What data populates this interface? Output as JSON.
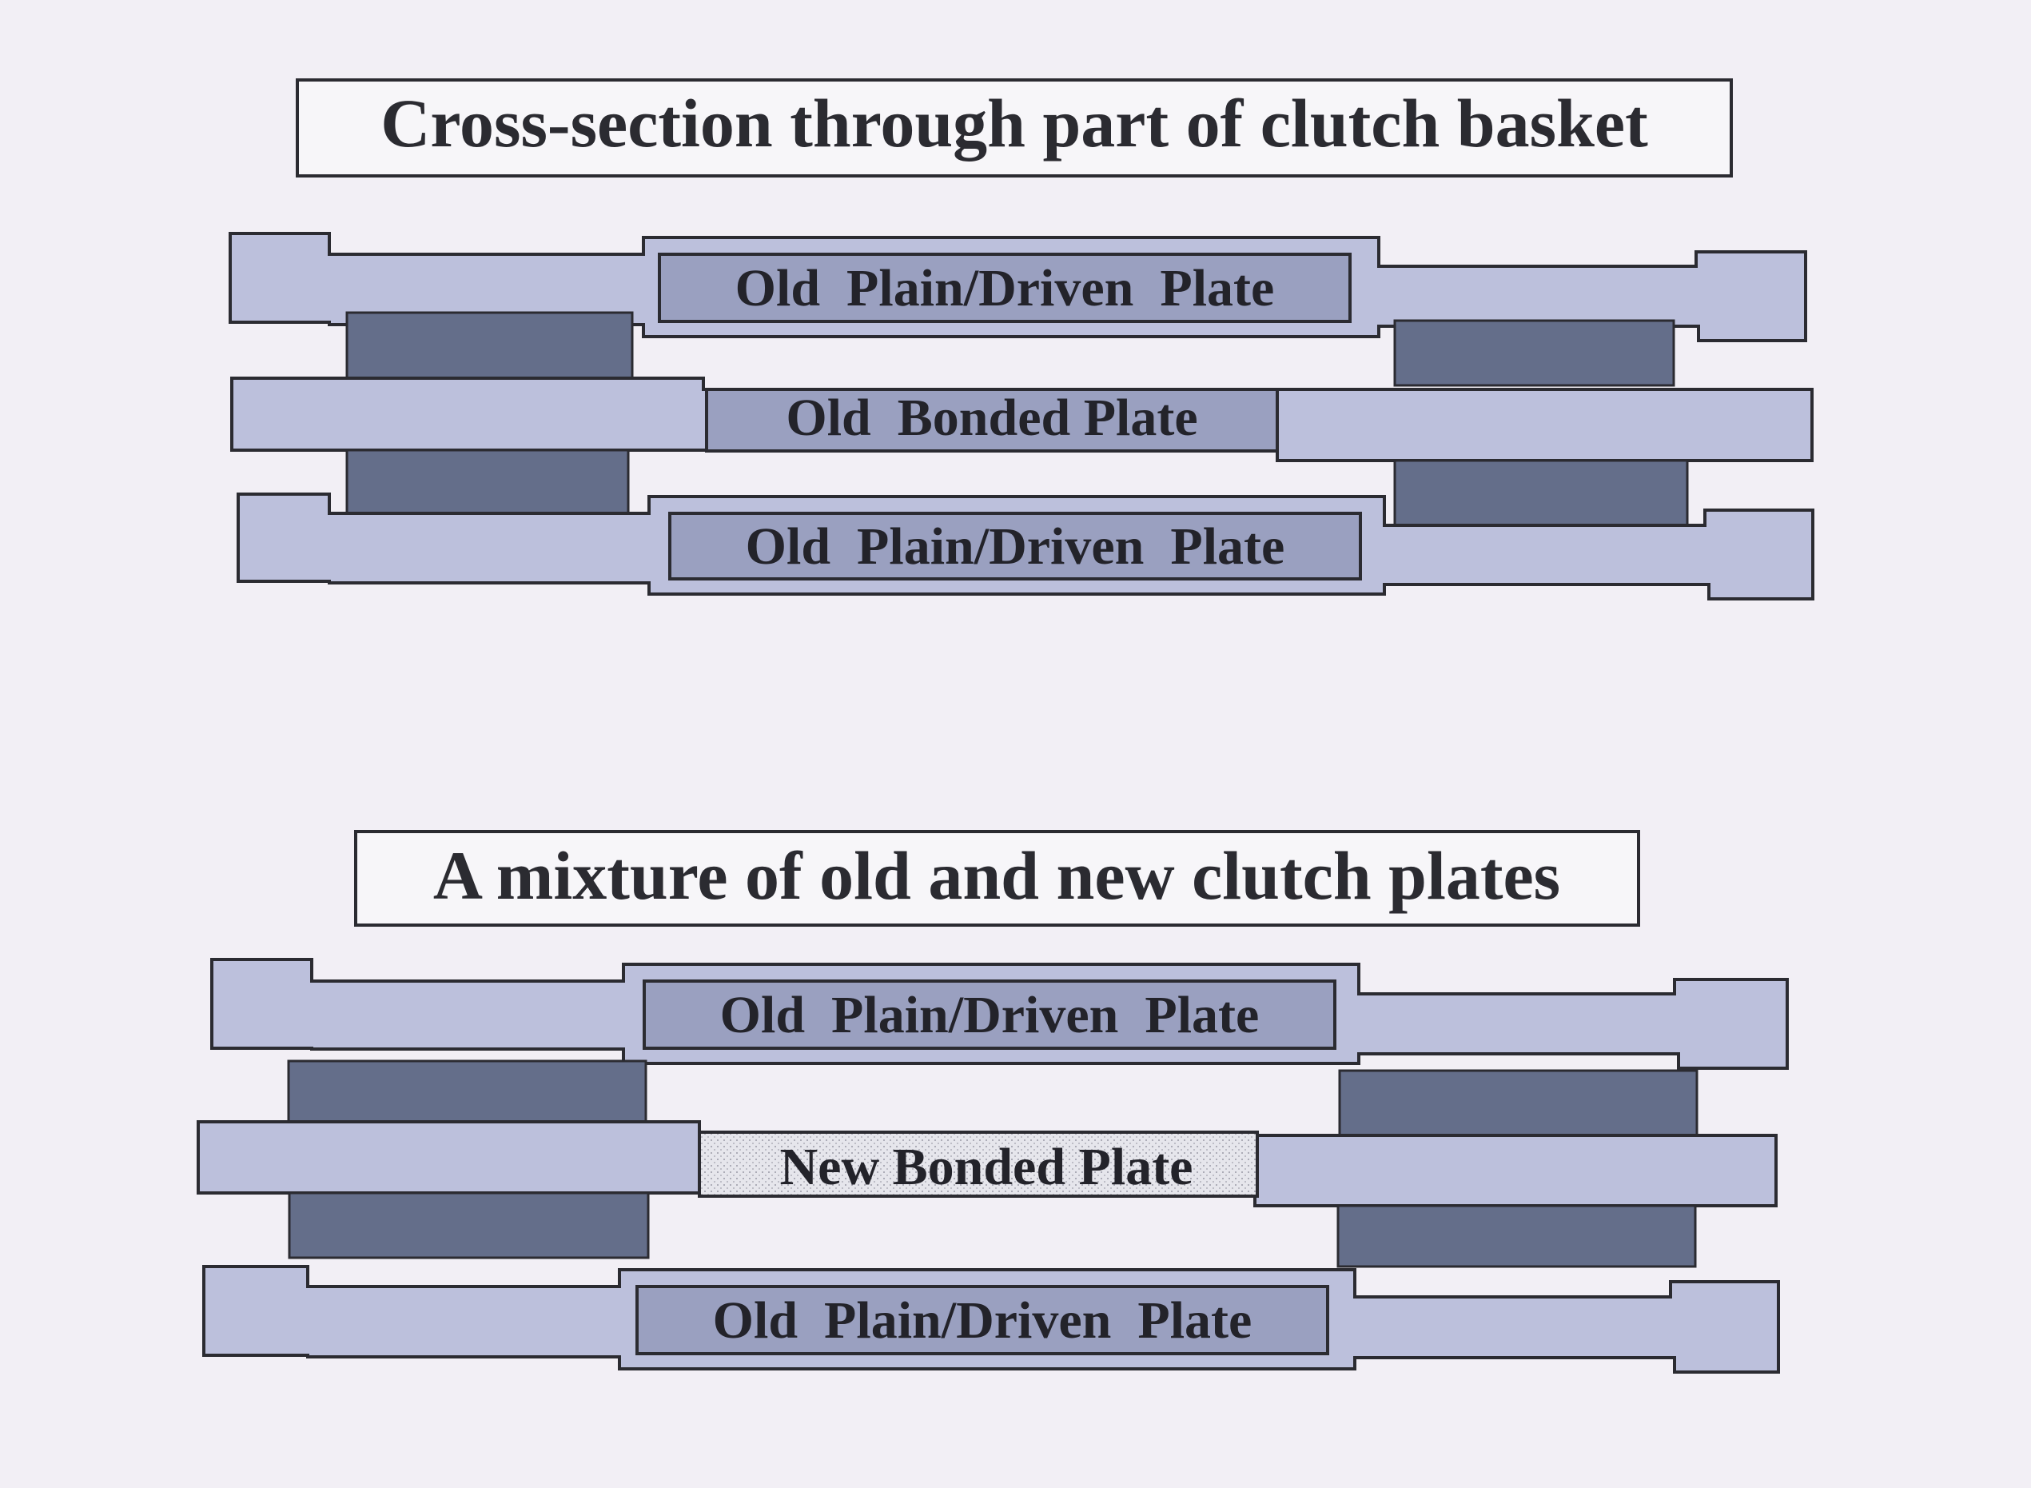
{
  "colors": {
    "paper": "#f2eff5",
    "plate_fill": "#bcc0dc",
    "label_box_fill": "#9aa0c0",
    "friction_block_fill": "#646e8a",
    "new_label_fill": "#e4e4ea",
    "outline": "#2b2b31"
  },
  "top_diagram": {
    "title": "Cross-section through part of clutch basket",
    "upper_plain_plate_label": "Old  Plain/Driven  Plate",
    "bonded_plate_label": "Old  Bonded Plate",
    "lower_plain_plate_label": "Old  Plain/Driven  Plate"
  },
  "bottom_diagram": {
    "title": "A mixture of old and new clutch plates",
    "upper_plain_plate_label": "Old  Plain/Driven  Plate",
    "bonded_plate_label": "New Bonded Plate",
    "lower_plain_plate_label": "Old  Plain/Driven  Plate"
  }
}
